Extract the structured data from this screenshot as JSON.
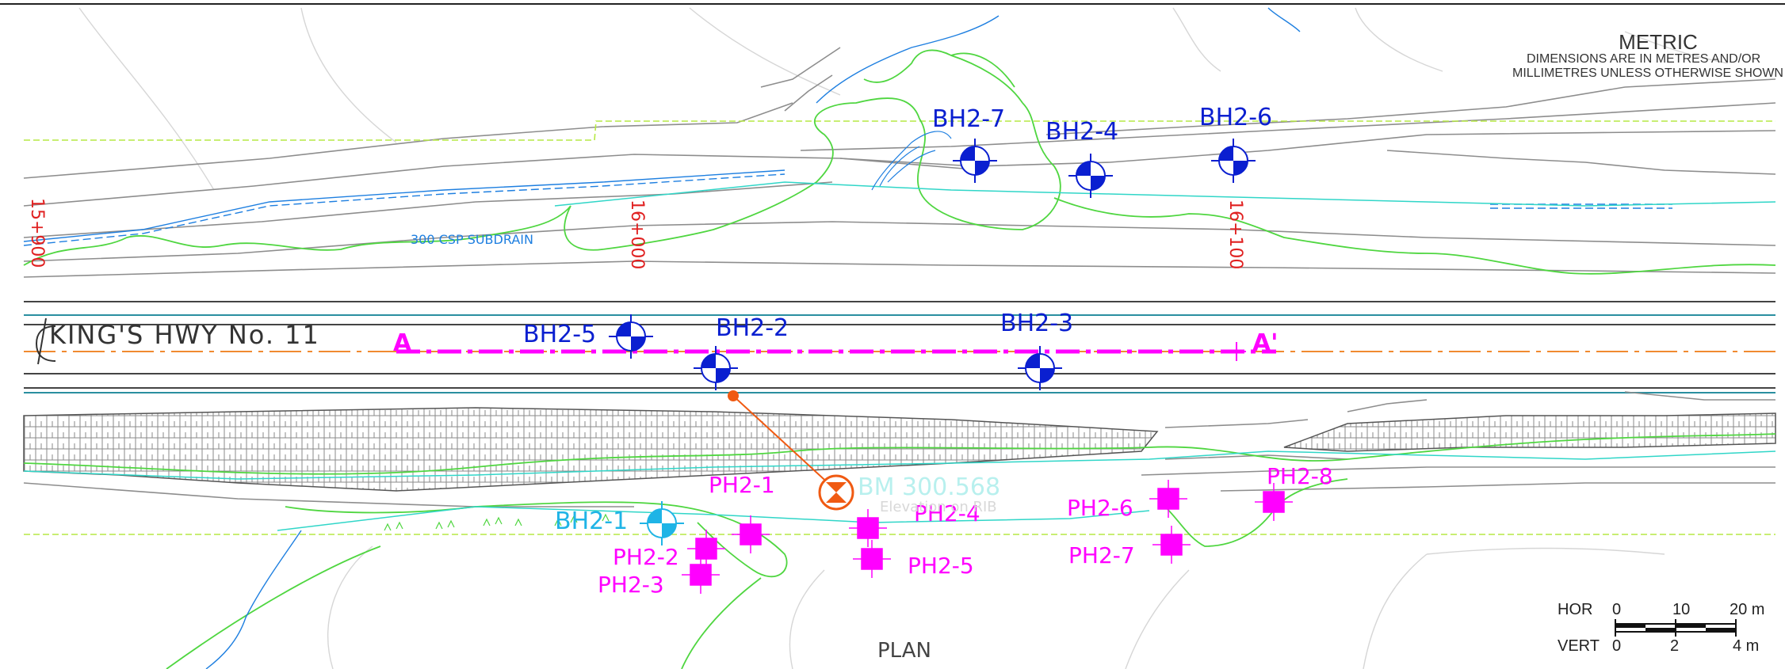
{
  "notes": {
    "metric_title": "METRIC",
    "metric_line1": "DIMENSIONS ARE IN METRES AND/OR",
    "metric_line2": "MILLIMETRES UNLESS OTHERWISE SHOWN"
  },
  "highway": {
    "label": "KING'S HWY No. 11"
  },
  "section": {
    "start": "A",
    "end": "A'"
  },
  "stations": [
    "15+900",
    "16+000",
    "16+100"
  ],
  "subdrain": {
    "label": "300 CSP SUBDRAIN"
  },
  "benchmark": {
    "label": "BM 300.568",
    "sublabel": "Elevation on RIB"
  },
  "boreholes": [
    "BH2-7",
    "BH2-4",
    "BH2-6",
    "BH2-5",
    "BH2-2",
    "BH2-3",
    "BH2-1"
  ],
  "probeholes": [
    "PH2-1",
    "PH2-2",
    "PH2-3",
    "PH2-4",
    "PH2-5",
    "PH2-6",
    "PH2-7",
    "PH2-8"
  ],
  "scale": {
    "hor_label": "HOR",
    "vert_label": "VERT",
    "hor_ticks": [
      "0",
      "10",
      "20 m"
    ],
    "vert_ticks": [
      "0",
      "2",
      "4 m"
    ]
  },
  "plan_title": "PLAN",
  "colors": {
    "borehole": "#0a1fd0",
    "borehole_existing": "#1fb4e6",
    "probehole": "#ff00ff",
    "benchmark": "#f05a12",
    "station": "#e02020",
    "topo": "#4fd640",
    "water": "#1e7fe0"
  }
}
